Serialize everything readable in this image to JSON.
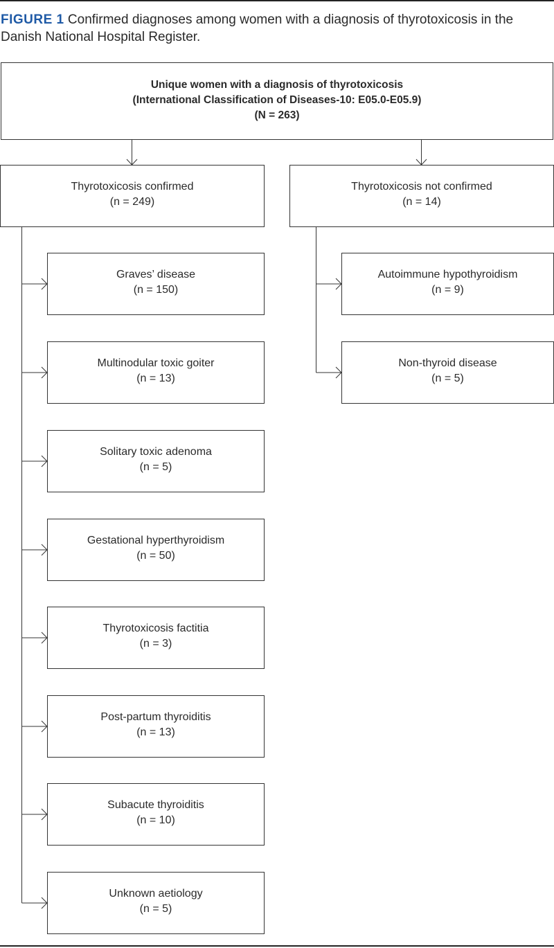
{
  "caption": {
    "label": "FIGURE 1",
    "text": "Confirmed diagnoses among women with a diagnosis of thyrotoxicosis in the Danish National Hospital Register."
  },
  "root": {
    "line1": "Unique women with a diagnosis of thyrotoxicosis",
    "line2": "(International Classification of Diseases-10: E05.0-E05.9)",
    "line3": "(N = 263)"
  },
  "confirmed": {
    "label": "Thyrotoxicosis confirmed",
    "count": "(n = 249)",
    "children": [
      {
        "label": "Graves’ disease",
        "count": "(n = 150)"
      },
      {
        "label": "Multinodular toxic goiter",
        "count": "(n = 13)"
      },
      {
        "label": "Solitary toxic adenoma",
        "count": "(n = 5)"
      },
      {
        "label": "Gestational hyperthyroidism",
        "count": "(n = 50)"
      },
      {
        "label": "Thyrotoxicosis factitia",
        "count": "(n = 3)"
      },
      {
        "label": "Post-partum thyroiditis",
        "count": "(n = 13)"
      },
      {
        "label": "Subacute thyroiditis",
        "count": "(n = 10)"
      },
      {
        "label": "Unknown aetiology",
        "count": "(n = 5)"
      }
    ]
  },
  "not_confirmed": {
    "label": "Thyrotoxicosis not confirmed",
    "count": "(n = 14)",
    "children": [
      {
        "label": "Autoimmune hypothyroidism",
        "count": "(n = 9)"
      },
      {
        "label": "Non-thyroid disease",
        "count": "(n = 5)"
      }
    ]
  }
}
